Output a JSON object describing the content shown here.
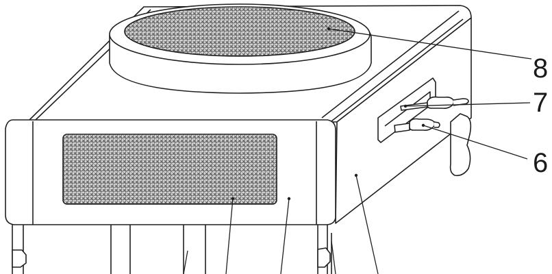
{
  "callouts": [
    {
      "id": "8",
      "label": "8"
    },
    {
      "id": "7",
      "label": "7"
    },
    {
      "id": "6",
      "label": "6"
    }
  ],
  "colors": {
    "line": "#1f1f1f",
    "fill": "#ffffff",
    "mesh": "#555555"
  }
}
